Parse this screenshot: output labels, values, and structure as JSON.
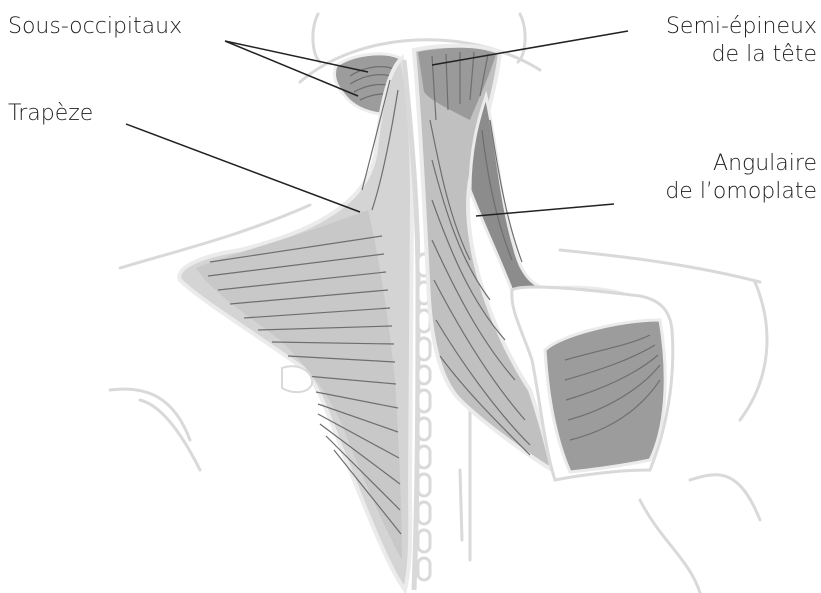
{
  "labels": {
    "sous_occipitaux": "Sous-occipitaux",
    "trapeze": "Trapèze",
    "semi_epineux": [
      "Semi-épineux",
      "de la tête"
    ],
    "angulaire": [
      "Angulaire",
      "de l’omoplate"
    ]
  },
  "colors": {
    "outline": "#d9d9d9",
    "muscle_light": "#d4d4d4",
    "muscle_mid": "#aaaaaa",
    "muscle_dark": "#8c8c8c",
    "fiber": "#6e6e6e",
    "leader": "#222222"
  }
}
